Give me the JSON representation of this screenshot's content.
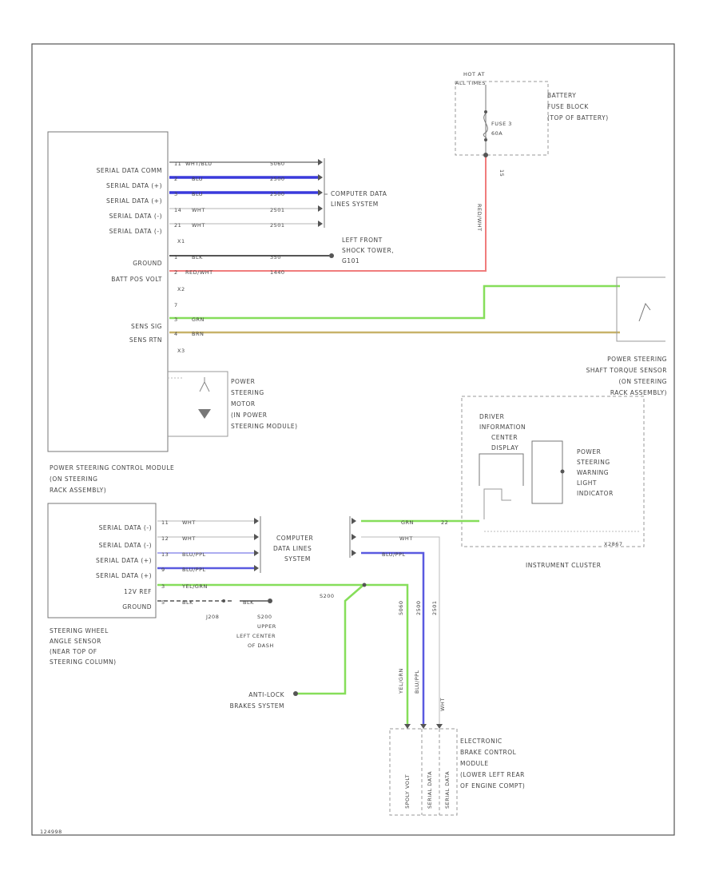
{
  "colors": {
    "wht_blu": "#3c3c3c",
    "blu": "#3a3adc",
    "wht": "#b4b4b4",
    "blk": "#555555",
    "red_wht": "#f07c7c",
    "grn": "#86de5a",
    "brn": "#c8b36a",
    "blu_ppl": "#5a5ae0",
    "yel_grn": "#86de5a",
    "border": "#555555",
    "dash": "#9a9a9a"
  },
  "pscm": {
    "title": [
      "POWER STEERING CONTROL MODULE",
      "(ON STEERING",
      "RACK ASSEMBLY)"
    ],
    "pins": [
      {
        "label": "SERIAL DATA COMM",
        "pin": "11",
        "color": "WHT/BLU",
        "circuit": "5060"
      },
      {
        "label": "SERIAL DATA (+)",
        "pin": "2",
        "color": "BLU",
        "circuit": "2500"
      },
      {
        "label": "SERIAL DATA (+)",
        "pin": "3",
        "color": "BLU",
        "circuit": "2500"
      },
      {
        "label": "SERIAL DATA (-)",
        "pin": "14",
        "color": "WHT",
        "circuit": "2501"
      },
      {
        "label": "SERIAL DATA (-)",
        "pin": "21",
        "color": "WHT",
        "circuit": "2501"
      },
      {
        "label": "GROUND",
        "pin": "1",
        "color": "BLK",
        "circuit": "350"
      },
      {
        "label": "BATT POS VOLT",
        "pin": "2",
        "color": "RED/WHT",
        "circuit": "1440"
      },
      {
        "label": "SENS SIG",
        "pin": "3",
        "color": "GRN",
        "circuit": ""
      },
      {
        "label": "SENS RTN",
        "pin": "4",
        "color": "BRN",
        "circuit": ""
      }
    ],
    "connectors": [
      "X1",
      "X2",
      "7",
      "X3"
    ],
    "computer_data": [
      "COMPUTER DATA",
      "LINES SYSTEM"
    ],
    "ground_ref": [
      "LEFT FRONT",
      "SHOCK TOWER,",
      "G101"
    ],
    "motor": [
      "POWER",
      "STEERING",
      "MOTOR",
      "(IN POWER",
      "STEERING MODULE)"
    ]
  },
  "battery": {
    "header": [
      "HOT AT",
      "ALL TIMES"
    ],
    "title": [
      "BATTERY",
      "FUSE BLOCK",
      "(TOP OF BATTERY)"
    ],
    "fuse": [
      "FUSE 3",
      "60A"
    ],
    "pin": "15",
    "wire": "RED/WHT"
  },
  "torque_sensor": {
    "title": [
      "POWER STEERING",
      "SHAFT TORQUE SENSOR",
      "(ON STEERING",
      "RACK ASSEMBLY)"
    ]
  },
  "instrument_cluster": {
    "title": "INSTRUMENT CLUSTER",
    "dic": [
      "DRIVER",
      "INFORMATION",
      "CENTER",
      "DISPLAY"
    ],
    "warning": [
      "POWER",
      "STEERING",
      "WARNING",
      "LIGHT",
      "INDICATOR"
    ],
    "pin": "22",
    "connector": "X2867",
    "wire_grn": "GRN",
    "wire_wht": "WHT",
    "wire_blu": "BLU/PPL"
  },
  "swas": {
    "title": [
      "STEERING WHEEL",
      "ANGLE SENSOR",
      "(NEAR TOP OF",
      "STEERING COLUMN)"
    ],
    "pins": [
      {
        "label": "SERIAL DATA (-)",
        "pin": "11",
        "color": "WHT"
      },
      {
        "label": "SERIAL DATA (-)",
        "pin": "12",
        "color": "WHT"
      },
      {
        "label": "SERIAL DATA (+)",
        "pin": "13",
        "color": "BLU/PPL"
      },
      {
        "label": "SERIAL DATA (+)",
        "pin": "9",
        "color": "BLU/PPL"
      },
      {
        "label": "12V REF",
        "pin": "3",
        "color": "YEL/GRN"
      },
      {
        "label": "GROUND",
        "pin": "5",
        "color": "BLK"
      }
    ],
    "computer_data": [
      "COMPUTER",
      "DATA LINES",
      "SYSTEM"
    ],
    "ground_wire": "BLK",
    "ground_id": "J208",
    "ground_ref": [
      "S200",
      "UPPER",
      "LEFT CENTER",
      "OF DASH"
    ],
    "splice": "S200"
  },
  "abs": [
    "ANTI-LOCK",
    "BRAKES SYSTEM"
  ],
  "ebcm": {
    "title": [
      "ELECTRONIC",
      "BRAKE CONTROL",
      "MODULE",
      "(LOWER LEFT REAR",
      "OF ENGINE COMPT)"
    ],
    "pins": [
      "5POLY VOLT",
      "SERIAL DATA",
      "SERIAL DATA"
    ],
    "wires": [
      "YEL/GRN",
      "BLU/PPL",
      "WHT"
    ],
    "circuits": [
      "5060",
      "2500",
      "2501"
    ]
  },
  "footer_code": "124998"
}
